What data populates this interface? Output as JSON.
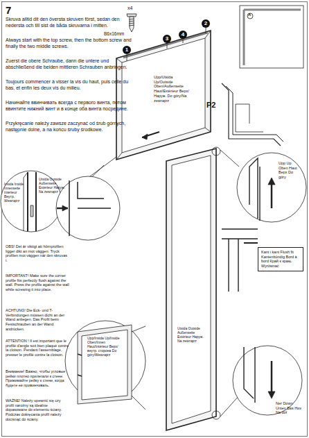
{
  "diagram": {
    "nodes": [
      {
        "text": [
          "Kant i kant Flush fit Kantenbündig Bord à bord Край к краю. Wyrównać"
        ]
      }
    ],
    "labels": [
      "7",
      "Skruva alltid dit den översta skruven först, sedan den nedersta och till sist de båda skruvarna i mitten.",
      "Always start with the top screw, then the bottom screw and finally the two middle screws.",
      "Zuerst die obere Schraube, dann die untere und abschließend die beiden mittleren Schrauben anbringen.",
      "Toujours commencer à visser la vis du haut, puis celle du bas, et enfin les deux vis du milieu.",
      "Начинайте ввинчивать всегда с первого винта, потом ввинтите нижний винт и в конце оба винта посредине.",
      "Przykręcanie należy zawsze zaczynać od śrub górnych, następnie dolne, a na końcu śruby środkowe.",
      "x4",
      "B6x16mm",
      "1",
      "2",
      "3",
      "4",
      "A",
      "Upp/Utsida Up/Outside Oben/Außenseite Haut/Extérieur Верх/Наруж. Do góry/Na zewnątrz",
      "P2",
      "Insida Inside Innenseite Intérieur Внутр. Wewnątrz",
      "Utsida Outside Außenseite Extérieur Наруж. Na zewnątrz",
      "Upp Up Oben Haut Верх Do góry",
      "OBS! Det är viktigt att hörnprofilen ligger dikt an mot väggen. Tryck profilen mot väggen när den skruvas i.",
      "IMPORTANT! Make sure the corner profile fits perfectly flush against the wall. Press the profile against the wall while screwing it into place.",
      "ACHTUNG! Die Eck- und T-Verbindungen müssen dicht an der Wand anliegen. Das Profil beim Festschrauben an der Wand andrücken.",
      "ATTENTION ! Il est important que le profilé d'angle soit bien plaqué contre la cloison. Pendant l'assemblage, presser le profilé contre la cloison.",
      "Внимание! Важно, чтобы угловые рейки плотно прилегали к стене. Прижимайте рейку к стене, когда будете её привинчивать.",
      "WAŻNE! Należy upewnić się czy profil narożny są idealnie dopasowane do elementu ściany. Podczas dokręcania profil należy docisnąć do ściany.",
      "Upp/Insida Up/Inside Oben/Innen Haut/Intérieur Верх/внутр. сторона Do góry/Wewnątrz",
      "Utsida Outside Außenseite Extérieur Наруж. Na zewnątrz",
      "Ner Down Unten Bas Низ Na dół"
    ]
  }
}
